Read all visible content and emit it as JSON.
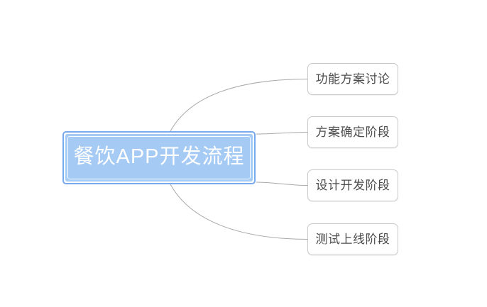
{
  "mindmap": {
    "root": {
      "label": "餐饮APP开发流程",
      "selected": true,
      "fill_color": "#a5caf4",
      "selection_border_color": "#77a9ee",
      "inner_stroke_color": "#ffffff",
      "text_color": "#ffffff"
    },
    "children": [
      {
        "label": "功能方案讨论"
      },
      {
        "label": "方案确定阶段"
      },
      {
        "label": "设计开发阶段"
      },
      {
        "label": "测试上线阶段"
      }
    ],
    "child_style": {
      "background_color": "#ffffff",
      "border_color": "#c9c9c9",
      "text_color": "#4d4d4d"
    },
    "connector_color": "#a9a9a9",
    "canvas_background": "#ffffff"
  }
}
